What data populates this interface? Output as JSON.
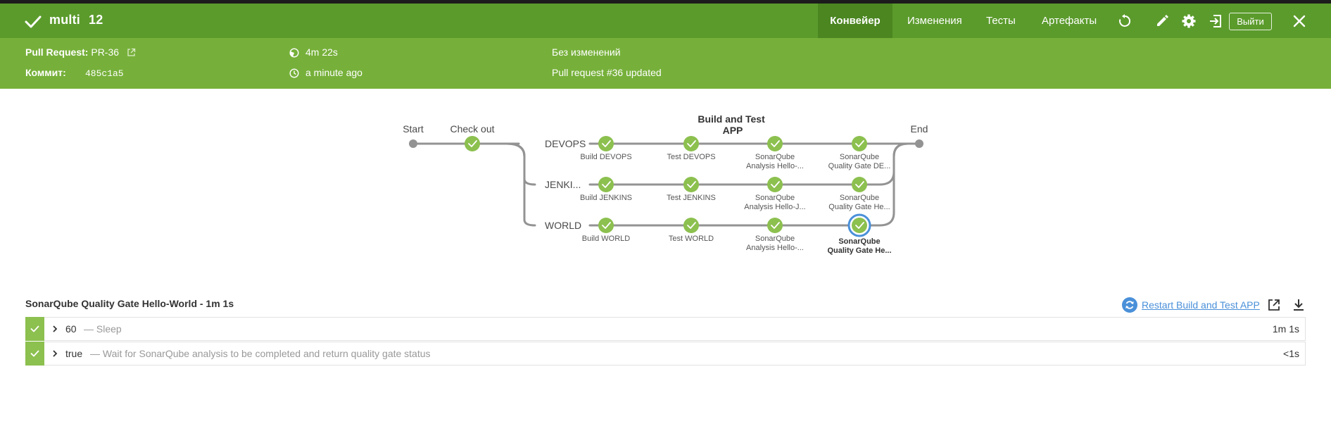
{
  "header": {
    "title": "multi",
    "run_number": "12",
    "tabs": [
      {
        "label": "Конвейер",
        "active": true
      },
      {
        "label": "Изменения",
        "active": false
      },
      {
        "label": "Тесты",
        "active": false
      },
      {
        "label": "Артефакты",
        "active": false
      }
    ],
    "logout_label": "Выйти",
    "icons": [
      "check-icon",
      "replay-icon",
      "edit-icon",
      "gear-icon",
      "exit-icon",
      "close-icon"
    ],
    "bg_color": "#5b9b2c"
  },
  "summary": {
    "pr_label": "Pull Request:",
    "pr_value": "PR-36",
    "commit_label": "Коммит:",
    "commit_value": "485c1a5",
    "duration": "4m 22s",
    "started": "a minute ago",
    "changes": "Без изменений",
    "cause": "Pull request #36 updated",
    "bg_color": "#76b03a"
  },
  "pipeline": {
    "start_label": "Start",
    "end_label": "End",
    "checkout_label": "Check out",
    "parallel_title": "Build and Test APP",
    "branches": [
      {
        "name": "DEVOPS",
        "steps": [
          {
            "l1": "Build DEVOPS",
            "l2": ""
          },
          {
            "l1": "Test DEVOPS",
            "l2": ""
          },
          {
            "l1": "SonarQube",
            "l2": "Analysis Hello-..."
          },
          {
            "l1": "SonarQube",
            "l2": "Quality Gate DE..."
          }
        ]
      },
      {
        "name": "JENKI...",
        "steps": [
          {
            "l1": "Build JENKINS",
            "l2": ""
          },
          {
            "l1": "Test JENKINS",
            "l2": ""
          },
          {
            "l1": "SonarQube",
            "l2": "Analysis Hello-J..."
          },
          {
            "l1": "SonarQube",
            "l2": "Quality Gate He..."
          }
        ]
      },
      {
        "name": "WORLD",
        "steps": [
          {
            "l1": "Build WORLD",
            "l2": ""
          },
          {
            "l1": "Test WORLD",
            "l2": ""
          },
          {
            "l1": "SonarQube",
            "l2": "Analysis Hello-..."
          },
          {
            "l1": "SonarQube",
            "l2": "Quality Gate He...",
            "selected": true
          }
        ]
      }
    ],
    "success_color": "#8cc04f",
    "selected_color": "#4a90d9"
  },
  "steps_panel": {
    "title": "SonarQube Quality Gate Hello-World - 1m 1s",
    "restart_label": "Restart Build and Test APP",
    "rows": [
      {
        "value": "60",
        "description": "— Sleep",
        "duration": "1m 1s"
      },
      {
        "value": "true",
        "description": "— Wait for SonarQube analysis to be completed and return quality gate status",
        "duration": "<1s"
      }
    ]
  }
}
